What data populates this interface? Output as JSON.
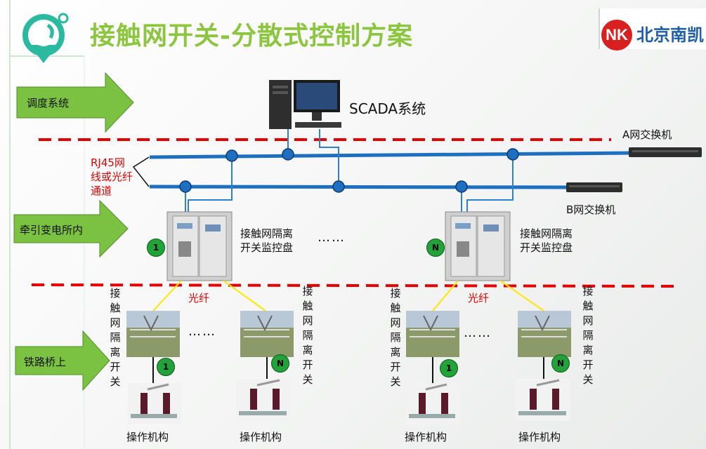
{
  "title": "接触网开关-分散式控制方案",
  "logo": {
    "mark": "NK",
    "company": "北京南凯"
  },
  "arrows": [
    "调度系统",
    "牵引变电所内",
    "铁路桥上"
  ],
  "scada_label": "SCADA系统",
  "switch_a_label": "A网交换机",
  "switch_b_label": "B网交换机",
  "channel_label": "RJ45网线或光纤通道",
  "panel_label_line1": "接触网隔离",
  "panel_label_line2": "开关监控盘",
  "fiber_label": "光纤",
  "vertical_label": "接触网隔离开关",
  "operator_label": "操作机构",
  "badges": {
    "first": "1",
    "last": "N"
  },
  "ellipsis": "……",
  "colors": {
    "title": "#8cc63f",
    "arrow": "#7cc242",
    "bus": "#1f6fc1",
    "divider": "#e60000",
    "fiber": "#ffe800",
    "badge": "#22a33a"
  }
}
